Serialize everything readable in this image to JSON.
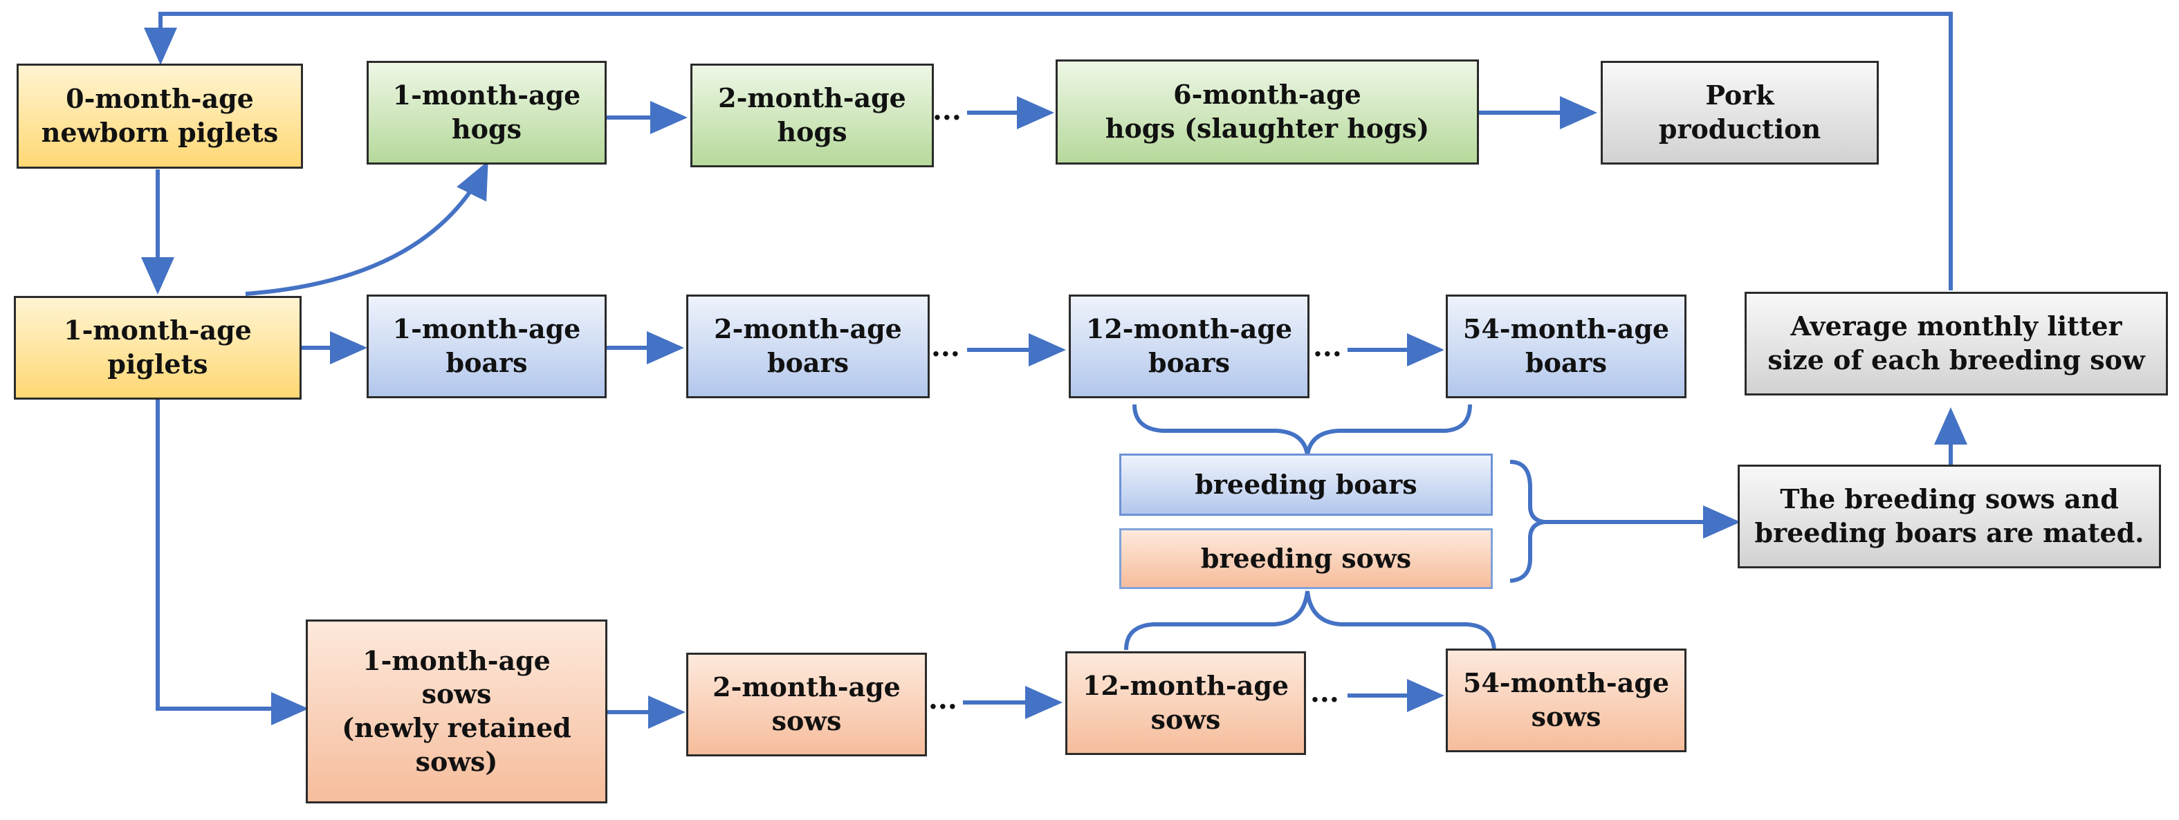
{
  "nodes": {
    "newborn_piglets": "0-month-age\nnewborn piglets",
    "piglets_1m": "1-month-age\npiglets",
    "hogs_1m": "1-month-age\nhogs",
    "hogs_2m": "2-month-age\nhogs",
    "hogs_6m": "6-month-age\nhogs (slaughter hogs)",
    "pork_production": "Pork\nproduction",
    "boars_1m": "1-month-age\nboars",
    "boars_2m": "2-month-age\nboars",
    "boars_12m": "12-month-age\nboars",
    "boars_54m": "54-month-age\nboars",
    "litter_size": "Average monthly litter\nsize of each breeding sow",
    "breeding_boars": "breeding boars",
    "breeding_sows": "breeding sows",
    "mating": "The breeding sows and\nbreeding boars are mated.",
    "sows_1m": "1-month-age\nsows\n(newly retained\nsows)",
    "sows_2m": "2-month-age\nsows",
    "sows_12m": "12-month-age\nsows",
    "sows_54m": "54-month-age\nsows"
  },
  "ellipsis": "...",
  "colors": {
    "arrow": "#4472c4",
    "yellow_fill": "#ffd874",
    "green_fill": "#b6d99b",
    "blue_fill": "#b3c7ec",
    "peach_fill": "#f6bd9c",
    "grey_fill": "#d2d2d2"
  }
}
